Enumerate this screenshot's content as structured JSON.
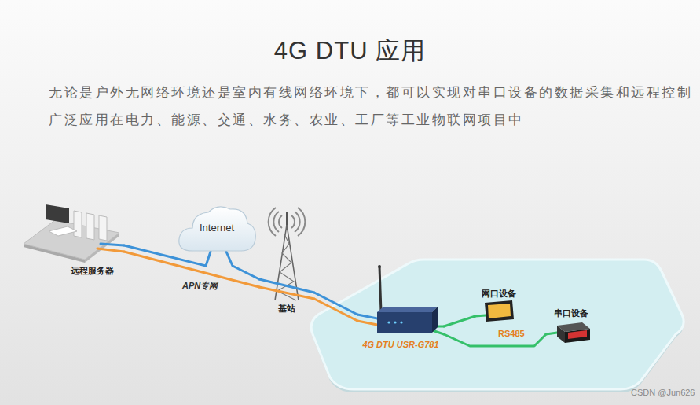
{
  "diagram": {
    "title": "4G DTU 应用",
    "nodes": [
      {
        "text": [
          "远程服务器"
        ]
      },
      {
        "text": [
          "Internet"
        ]
      },
      {
        "text": [
          "基站"
        ]
      },
      {
        "text": [
          "4G DTU USR-G781"
        ]
      },
      {
        "text": [
          "网口设备"
        ]
      },
      {
        "text": [
          "串口设备"
        ]
      }
    ],
    "edges": [
      {
        "from": 0,
        "to": 1,
        "arrow": "none"
      },
      {
        "from": 1,
        "to": 2,
        "arrow": "none"
      },
      {
        "from": 0,
        "to": 2,
        "label": "APN专网",
        "arrow": "none"
      },
      {
        "from": 2,
        "to": 3,
        "arrow": "none"
      },
      {
        "from": 2,
        "to": 3,
        "arrow": "none"
      },
      {
        "from": 3,
        "to": 4,
        "arrow": "none"
      },
      {
        "from": 3,
        "to": 5,
        "label": "RS485",
        "arrow": "none"
      }
    ],
    "labels": [
      "无论是户外无网络环境还是室内有线网络环境下，都可以实现对串口设备的数据采集和远程控制",
      "广泛应用在电力、能源、交通、水务、农业、工厂等工业物联网项目中",
      "CSDN @Jun626"
    ]
  }
}
